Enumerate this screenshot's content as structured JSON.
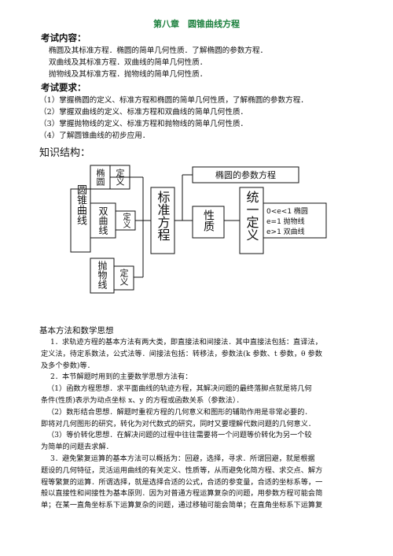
{
  "title": "第八章　圆锥曲线方程",
  "exam_content": {
    "heading": "考试内容：",
    "lines": [
      "椭圆及其标准方程．椭圆的简单几何性质．了解椭圆的参数方程．",
      "双曲线及其标准方程．双曲线的简单几何性质．",
      "抛物线及其标准方程．抛物线的简单几何性质．"
    ]
  },
  "exam_requirements": {
    "heading": "考试要求：",
    "lines": [
      "（1）掌握椭圆的定义、标准方程和椭圆的简单几何性质，了解椭圆的参数方程．",
      "（2）掌握双曲线的定义、标准方程和双曲线的简单几何性质．",
      "（3）掌握抛物线的定义、标准方程和抛物线的简单几何性质．",
      "（4）了解圆锥曲线的初步应用．"
    ]
  },
  "structure": {
    "heading": "知识结构：",
    "labels": {
      "conic": "圆锥曲线",
      "ellipse": "椭圆",
      "hyperbola": "双曲线",
      "parabola": "抛物线",
      "definition": "定义",
      "standard_eq": "标准方程",
      "properties": "性质",
      "param_eq": "椭圆的参数方程",
      "unified_def": "统一定义",
      "e1": "0<e<1 椭圆",
      "e2": "e=1 抛物线",
      "e3": "e>1 双曲线"
    }
  },
  "methods": {
    "heading": "基本方法和数学思想",
    "paragraphs": [
      [
        "1．求轨迹方程的基本方法有两大类，即直接法和间接法．其中直接法包括：直译法，",
        "定义法，待定系数法，公式法等．间接法包括：转移法，参数法(k 参数、t 参数，θ 参数",
        "及多个参数)等．"
      ],
      [
        "2．本节解题时用到的主要数学思想方法有："
      ],
      [
        "（1）函数方程思想．求平面曲线的轨迹方程，其解决问题的最终落脚点就是将几何",
        "条件(性质)表示为动点坐标 x、y 的方程或函数关系（参数法）．"
      ],
      [
        "（2）数形结合思想．解题时重视方程的几何意义和图形的辅助作用是非常必要的．",
        "即将对几何图形的研究，转化为对代数式的研究，同时又要理解代数问题的几何意义．"
      ],
      [
        "（3）等价转化思想．在解决问题的过程中往往需要将一个问题等价转化为另一个较",
        "为简单的问题去求解．"
      ],
      [
        "3．避免繁复运算的基本方法可以概括为：回避，选择，寻求．所谓回避，就是根据",
        "题设的几何特征，灵活运用曲线的有关定义、性质等，从而避免化简方程、求交点、解方",
        "程等繁复的运算．所谓选择，就是选择合适的公式，合适的参变量，合适的坐标系等，一",
        "般以直接性和间接性为基本原则．因为对普通方程运算复杂的问题，用参数方程可能会简",
        "单；在某一直角坐标系下运算复杂的问题，通过移轴可能会简单；在直角坐标系下运算复"
      ]
    ]
  }
}
